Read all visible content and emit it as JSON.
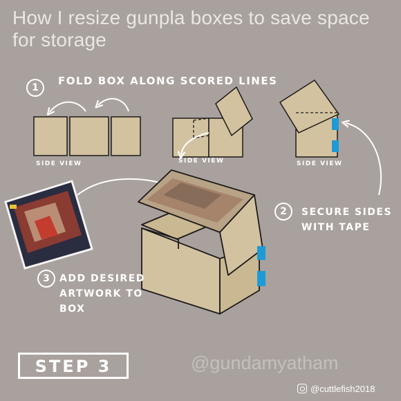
{
  "title": "How I resize gunpla boxes to save space for storage",
  "step1": {
    "number": "1",
    "text": "FOLD BOX ALONG SCORED LINES"
  },
  "side_view_labels": [
    "SIDE VIEW",
    "SIDE VIEW",
    "SIDE VIEW"
  ],
  "step2": {
    "number": "2",
    "text": "SECURE SIDES WITH TAPE"
  },
  "step3": {
    "number": "3",
    "text": "ADD DESIRED ARTWORK TO BOX"
  },
  "step_label": "STEP 3",
  "watermark": "@gundamyatham",
  "credit": "@cuttlefish2018",
  "colors": {
    "background": "#a8a19d",
    "box_fill": "#d2c2a0",
    "tape": "#1e9ad6",
    "ink": "#1d1a18",
    "annotation": "#ffffff"
  },
  "icons": [
    "curved-arrow-icon",
    "instagram-icon"
  ]
}
